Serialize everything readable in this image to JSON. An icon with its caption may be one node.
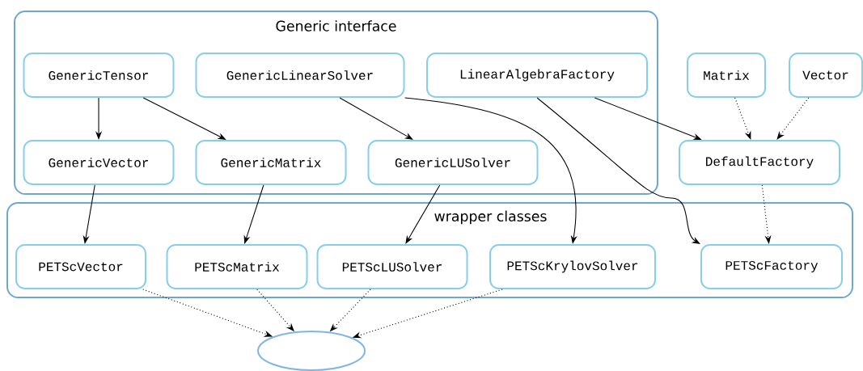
{
  "diagram": {
    "nodes": [
      {
        "text": [
          "Generic interface"
        ]
      },
      {
        "text": [
          "GenericTensor"
        ],
        "in": 0
      },
      {
        "text": [
          "GenericLinearSolver"
        ],
        "in": 0
      },
      {
        "text": [
          "LinearAlgebraFactory"
        ],
        "in": 0
      },
      {
        "text": [
          "GenericVector"
        ],
        "in": 0
      },
      {
        "text": [
          "GenericMatrix"
        ],
        "in": 0
      },
      {
        "text": [
          "GenericLUSolver"
        ],
        "in": 0
      },
      {
        "text": [
          "Matrix"
        ]
      },
      {
        "text": [
          "Vector"
        ]
      },
      {
        "text": [
          "DefaultFactory"
        ]
      },
      {
        "text": [
          "wrapper classes"
        ]
      },
      {
        "text": [
          "PETScVector"
        ],
        "in": 10
      },
      {
        "text": [
          "PETScMatrix"
        ],
        "in": 10
      },
      {
        "text": [
          "PETScLUSolver"
        ],
        "in": 10
      },
      {
        "text": [
          "PETScKrylovSolver"
        ],
        "in": 10
      },
      {
        "text": [
          "PETScFactory"
        ],
        "in": 10
      },
      {
        "text": [],
        "shape": "ellipse"
      }
    ],
    "edges": [
      {
        "from": 1,
        "to": 4,
        "arrow": "to"
      },
      {
        "from": 1,
        "to": 5,
        "arrow": "to"
      },
      {
        "from": 2,
        "to": 6,
        "arrow": "to"
      },
      {
        "from": 2,
        "to": 14,
        "arrow": "to"
      },
      {
        "from": 3,
        "to": 9,
        "arrow": "to"
      },
      {
        "from": 3,
        "to": 15,
        "arrow": "to"
      },
      {
        "from": 7,
        "to": 9,
        "arrow": "to",
        "style": "dashed"
      },
      {
        "from": 8,
        "to": 9,
        "arrow": "to",
        "style": "dashed"
      },
      {
        "from": 9,
        "to": 15,
        "arrow": "to",
        "style": "dashed"
      },
      {
        "from": 4,
        "to": 11,
        "arrow": "to"
      },
      {
        "from": 5,
        "to": 12,
        "arrow": "to"
      },
      {
        "from": 6,
        "to": 13,
        "arrow": "to"
      },
      {
        "from": 11,
        "to": 16,
        "arrow": "to",
        "style": "dashed"
      },
      {
        "from": 12,
        "to": 16,
        "arrow": "to",
        "style": "dashed"
      },
      {
        "from": 13,
        "to": 16,
        "arrow": "to",
        "style": "dashed"
      },
      {
        "from": 14,
        "to": 16,
        "arrow": "to",
        "style": "dashed"
      }
    ]
  }
}
